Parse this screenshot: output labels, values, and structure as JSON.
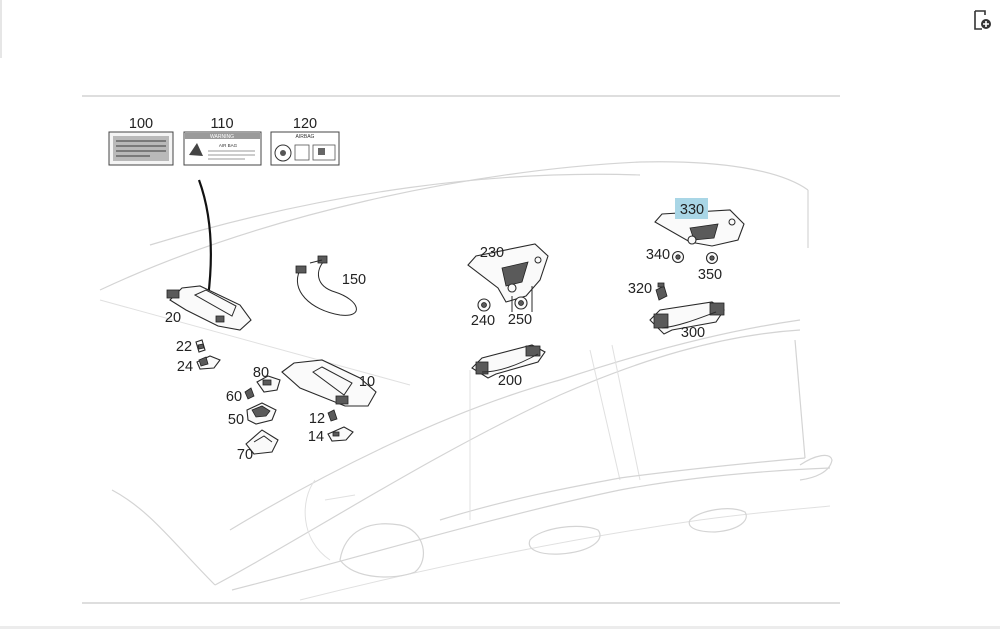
{
  "toolbar": {
    "export_icon": "document-export-icon"
  },
  "highlight_color": "#a9d6e6",
  "labels": {
    "p100": "100",
    "p110": "110",
    "p120": "120",
    "p150": "150",
    "p20": "20",
    "p22": "22",
    "p24": "24",
    "p80": "80",
    "p10": "10",
    "p60": "60",
    "p50": "50",
    "p12": "12",
    "p14": "14",
    "p70": "70",
    "p230": "230",
    "p240": "240",
    "p250": "250",
    "p200": "200",
    "p330": "330",
    "p340": "340",
    "p350": "350",
    "p320": "320",
    "p300": "300"
  },
  "decals": {
    "d110_title": "WARNING",
    "d110_text": "AIR BAG",
    "d120_title": "AIRBAG"
  }
}
